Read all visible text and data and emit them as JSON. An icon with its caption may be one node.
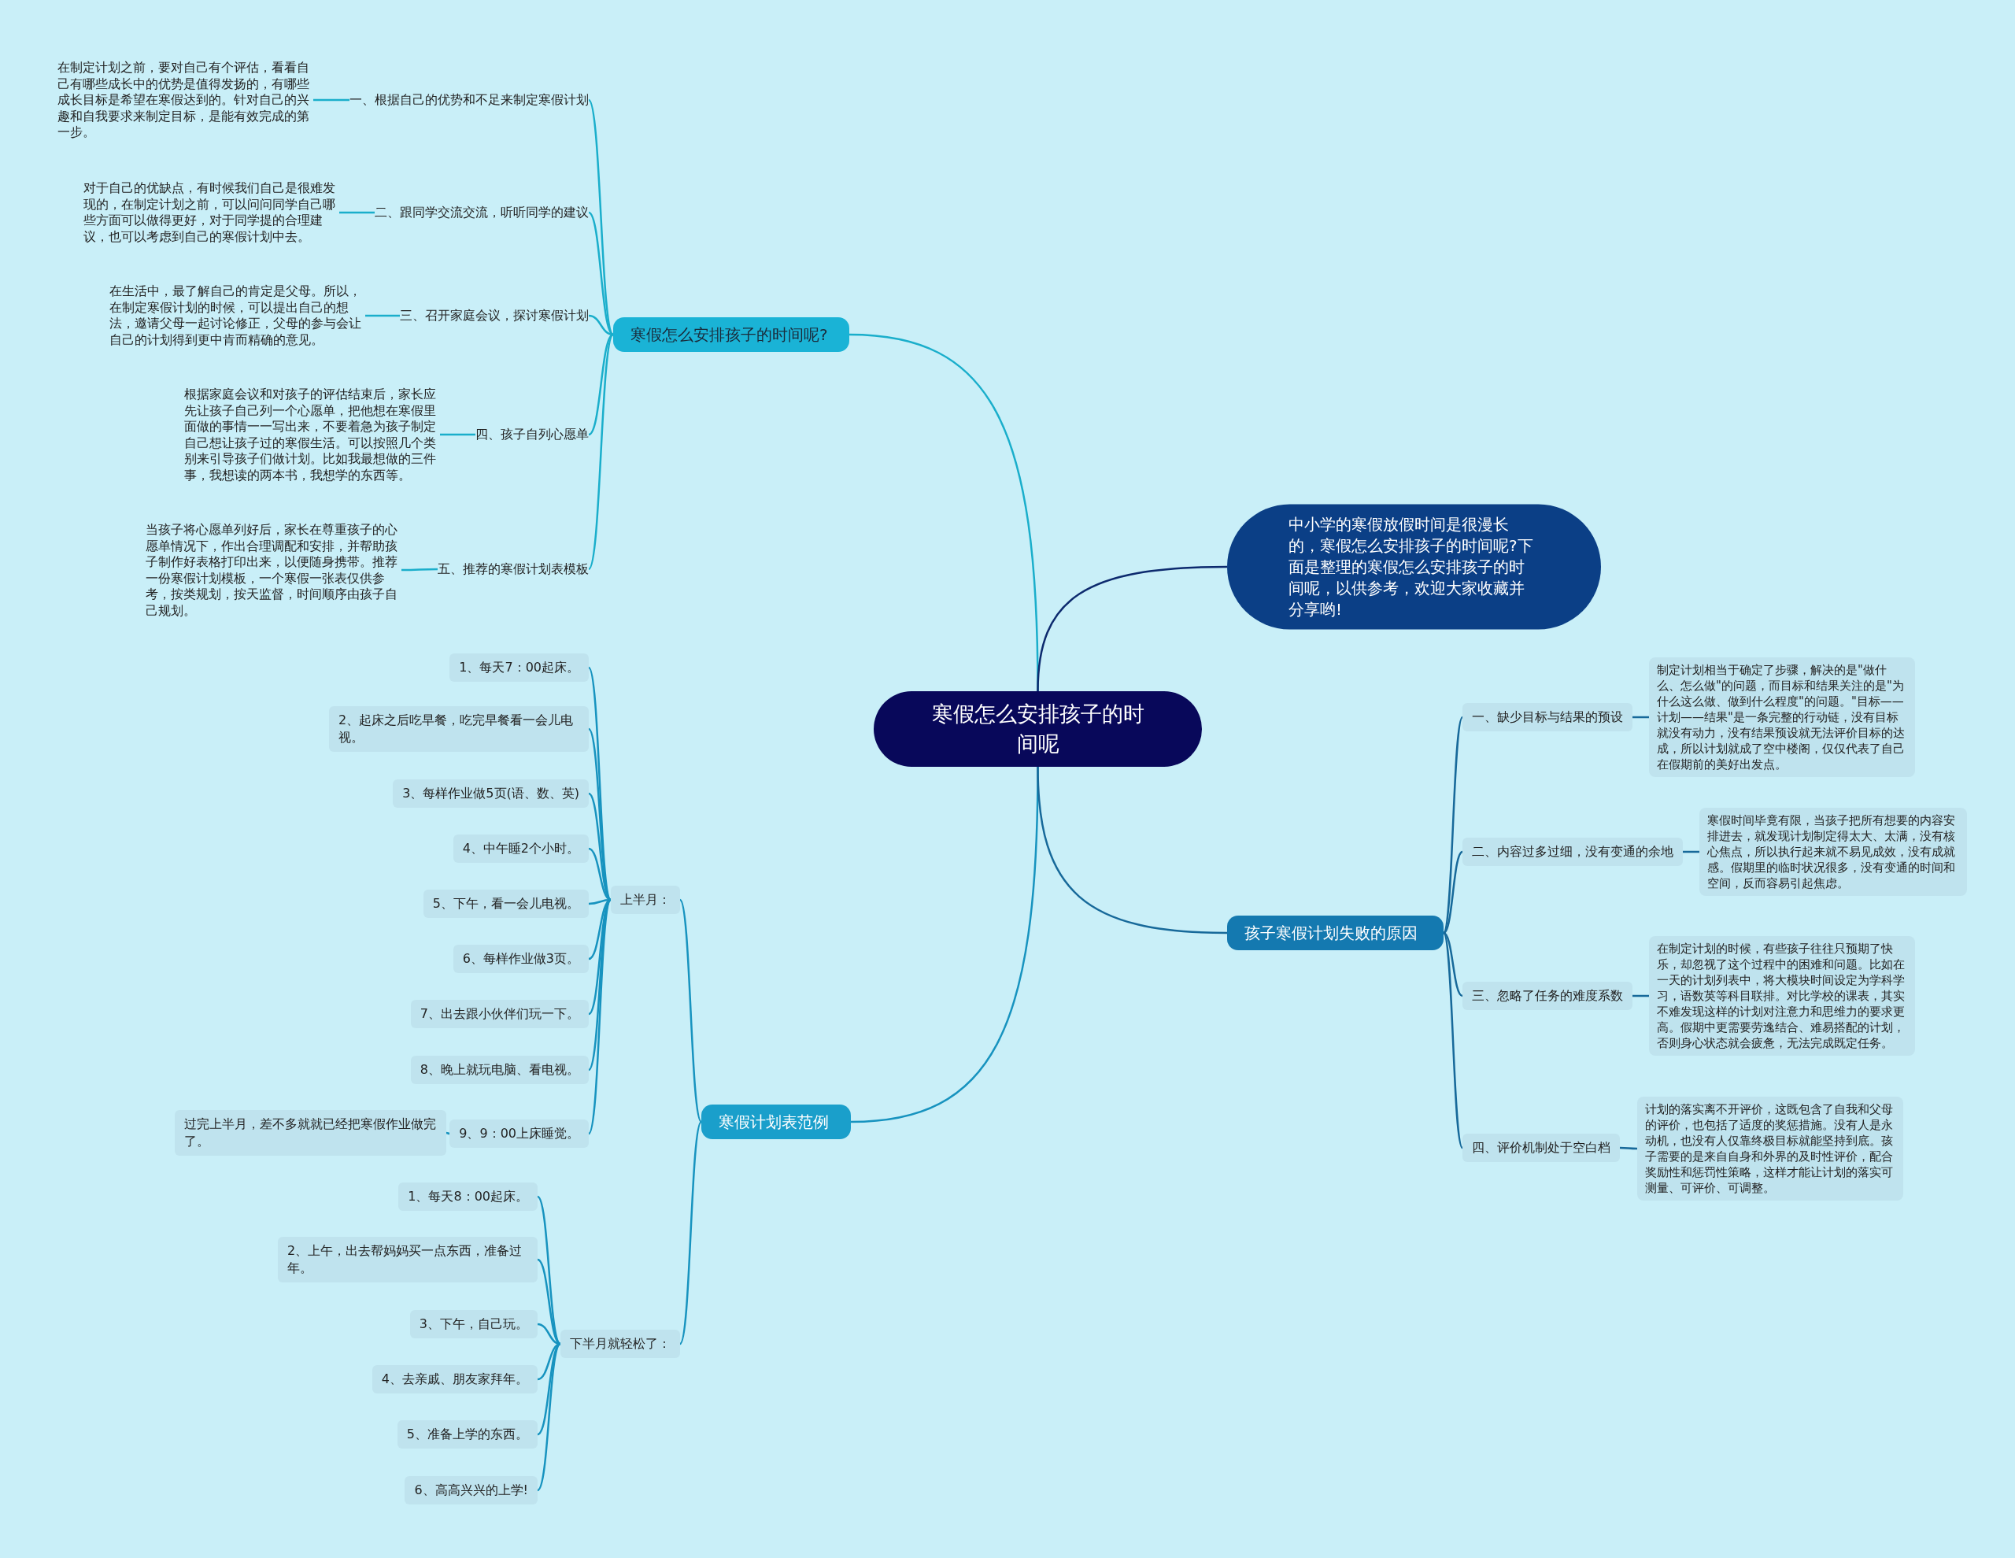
{
  "diagram": {
    "nodes": [
      {
        "text": [
          "寒假怎么安排孩子的时间呢"
        ]
      },
      {
        "text": [
          "寒假怎么安排孩子的时间呢?"
        ]
      },
      {
        "text": [
          "一、根据自己的优势和不足来制定寒假计划"
        ]
      },
      {
        "text": [
          "在制定计划之前，要对自己有个评估，看看自己有哪些成长中的优势是值得发扬的，有哪些成长目标是希望在寒假达到的。针对自己的兴趣和自我要求来制定目标，是能有效完成的第一步。"
        ]
      },
      {
        "text": [
          "二、跟同学交流交流，听听同学的建议"
        ]
      },
      {
        "text": [
          "对于自己的优缺点，有时候我们自己是很难发现的，在制定计划之前，可以问问同学自己哪些方面可以做得更好，对于同学提的合理建议，也可以考虑到自己的寒假计划中去。"
        ]
      },
      {
        "text": [
          "三、召开家庭会议，探讨寒假计划"
        ]
      },
      {
        "text": [
          "在生活中，最了解自己的肯定是父母。所以，在制定寒假计划的时候，可以提出自己的想法，邀请父母一起讨论修正，父母的参与会让自己的计划得到更中肯而精确的意见。"
        ]
      },
      {
        "text": [
          "四、孩子自列心愿单"
        ]
      },
      {
        "text": [
          "根据家庭会议和对孩子的评估结束后，家长应先让孩子自己列一个心愿单，把他想在寒假里面做的事情一一写出来，不要着急为孩子制定自己想让孩子过的寒假生活。可以按照几个类别来引导孩子们做计划。比如我最想做的三件事，我想读的两本书，我想学的东西等。"
        ]
      },
      {
        "text": [
          "五、推荐的寒假计划表模板"
        ]
      },
      {
        "text": [
          "当孩子将心愿单列好后，家长在尊重孩子的心愿单情况下，作出合理调配和安排，并帮助孩子制作好表格打印出来，以便随身携带。推荐一份寒假计划模板，一个寒假一张表仅供参考，按类规划，按天监督，时间顺序由孩子自己规划。"
        ]
      },
      {
        "text": [
          "中小学的寒假放假时间是很漫长的，寒假怎么安排孩子的时间呢?下面是整理的寒假怎么安排孩子的时间呢，以供参考，欢迎大家收藏并分享哟!"
        ]
      },
      {
        "text": [
          "寒假计划表范例"
        ]
      },
      {
        "text": [
          "上半月："
        ]
      },
      {
        "text": [
          "1、每天7：00起床。"
        ]
      },
      {
        "text": [
          "2、起床之后吃早餐，吃完早餐看一会儿电视。"
        ]
      },
      {
        "text": [
          "3、每样作业做5页(语、数、英)"
        ]
      },
      {
        "text": [
          "4、中午睡2个小时。"
        ]
      },
      {
        "text": [
          "5、下午，看一会儿电视。"
        ]
      },
      {
        "text": [
          "6、每样作业做3页。"
        ]
      },
      {
        "text": [
          "7、出去跟小伙伴们玩一下。"
        ]
      },
      {
        "text": [
          "8、晚上就玩电脑、看电视。"
        ]
      },
      {
        "text": [
          "9、9：00上床睡觉。"
        ]
      },
      {
        "text": [
          "过完上半月，差不多就就已经把寒假作业做完了。"
        ]
      },
      {
        "text": [
          "下半月就轻松了："
        ]
      },
      {
        "text": [
          "1、每天8：00起床。"
        ]
      },
      {
        "text": [
          "2、上午，出去帮妈妈买一点东西，准备过年。"
        ]
      },
      {
        "text": [
          "3、下午，自己玩。"
        ]
      },
      {
        "text": [
          "4、去亲戚、朋友家拜年。"
        ]
      },
      {
        "text": [
          "5、准备上学的东西。"
        ]
      },
      {
        "text": [
          "6、高高兴兴的上学!"
        ]
      },
      {
        "text": [
          "孩子寒假计划失败的原因"
        ]
      },
      {
        "text": [
          "一、缺少目标与结果的预设"
        ]
      },
      {
        "text": [
          "制定计划相当于确定了步骤，解决的是\"做什么、怎么做\"的问题，而目标和结果关注的是\"为什么这么做、做到什么程度\"的问题。\"目标——计划——结果\"是一条完整的行动链，没有目标就没有动力，没有结果预设就无法评价目标的达成，所以计划就成了空中楼阁，仅仅代表了自己在假期前的美好出发点。"
        ]
      },
      {
        "text": [
          "二、内容过多过细，没有变通的余地"
        ]
      },
      {
        "text": [
          "寒假时间毕竟有限，当孩子把所有想要的内容安排进去，就发现计划制定得太大、太满，没有核心焦点，所以执行起来就不易见成效，没有成就感。假期里的临时状况很多，没有变通的时间和空间，反而容易引起焦虑。"
        ]
      },
      {
        "text": [
          "三、忽略了任务的难度系数"
        ]
      },
      {
        "text": [
          "在制定计划的时候，有些孩子往往只预期了快乐，却忽视了这个过程中的困难和问题。比如在一天的计划列表中，将大模块时间设定为学科学习，语数英等科目联排。对比学校的课表，其实不难发现这样的计划对注意力和思维力的要求更高。假期中更需要劳逸结合、难易搭配的计划，否则身心状态就会疲惫，无法完成既定任务。"
        ]
      },
      {
        "text": [
          "四、评价机制处于空白档"
        ]
      },
      {
        "text": [
          "计划的落实离不开评价，这既包含了自我和父母的评价，也包括了适度的奖惩措施。没有人是永动机，也没有人仅靠终极目标就能坚持到底。孩子需要的是来自自身和外界的及时性评价，配合奖励性和惩罚性策略，这样才能让计划的落实可测量、可评价、可调整。"
        ]
      }
    ],
    "edges": [
      {
        "from": 0,
        "to": 1,
        "arrow": "none"
      },
      {
        "from": 0,
        "to": 12,
        "arrow": "none",
        "color": "#0d2a6e"
      },
      {
        "from": 0,
        "to": 13,
        "arrow": "none"
      },
      {
        "from": 0,
        "to": 32,
        "arrow": "none"
      },
      {
        "from": 1,
        "to": 2,
        "arrow": "none"
      },
      {
        "from": 1,
        "to": 4,
        "arrow": "none"
      },
      {
        "from": 1,
        "to": 6,
        "arrow": "none"
      },
      {
        "from": 1,
        "to": 8,
        "arrow": "none"
      },
      {
        "from": 1,
        "to": 10,
        "arrow": "none"
      },
      {
        "from": 2,
        "to": 3,
        "arrow": "none"
      },
      {
        "from": 4,
        "to": 5,
        "arrow": "none"
      },
      {
        "from": 6,
        "to": 7,
        "arrow": "none"
      },
      {
        "from": 8,
        "to": 9,
        "arrow": "none"
      },
      {
        "from": 10,
        "to": 11,
        "arrow": "none"
      },
      {
        "from": 13,
        "to": 14,
        "arrow": "none"
      },
      {
        "from": 13,
        "to": 25,
        "arrow": "none"
      },
      {
        "from": 14,
        "to": 15,
        "arrow": "none"
      },
      {
        "from": 14,
        "to": 16,
        "arrow": "none"
      },
      {
        "from": 14,
        "to": 17,
        "arrow": "none"
      },
      {
        "from": 14,
        "to": 18,
        "arrow": "none"
      },
      {
        "from": 14,
        "to": 19,
        "arrow": "none"
      },
      {
        "from": 14,
        "to": 20,
        "arrow": "none"
      },
      {
        "from": 14,
        "to": 21,
        "arrow": "none"
      },
      {
        "from": 14,
        "to": 22,
        "arrow": "none"
      },
      {
        "from": 14,
        "to": 23,
        "arrow": "none"
      },
      {
        "from": 23,
        "to": 24,
        "arrow": "none"
      },
      {
        "from": 25,
        "to": 26,
        "arrow": "none"
      },
      {
        "from": 25,
        "to": 27,
        "arrow": "none"
      },
      {
        "from": 25,
        "to": 28,
        "arrow": "none"
      },
      {
        "from": 25,
        "to": 29,
        "arrow": "none"
      },
      {
        "from": 25,
        "to": 30,
        "arrow": "none"
      },
      {
        "from": 25,
        "to": 31,
        "arrow": "none"
      },
      {
        "from": 32,
        "to": 33,
        "arrow": "none"
      },
      {
        "from": 32,
        "to": 35,
        "arrow": "none"
      },
      {
        "from": 32,
        "to": 37,
        "arrow": "none"
      },
      {
        "from": 32,
        "to": 39,
        "arrow": "none"
      },
      {
        "from": 33,
        "to": 34,
        "arrow": "none"
      },
      {
        "from": 35,
        "to": 36,
        "arrow": "none"
      },
      {
        "from": 37,
        "to": 38,
        "arrow": "none"
      },
      {
        "from": 39,
        "to": 40,
        "arrow": "none"
      }
    ]
  }
}
